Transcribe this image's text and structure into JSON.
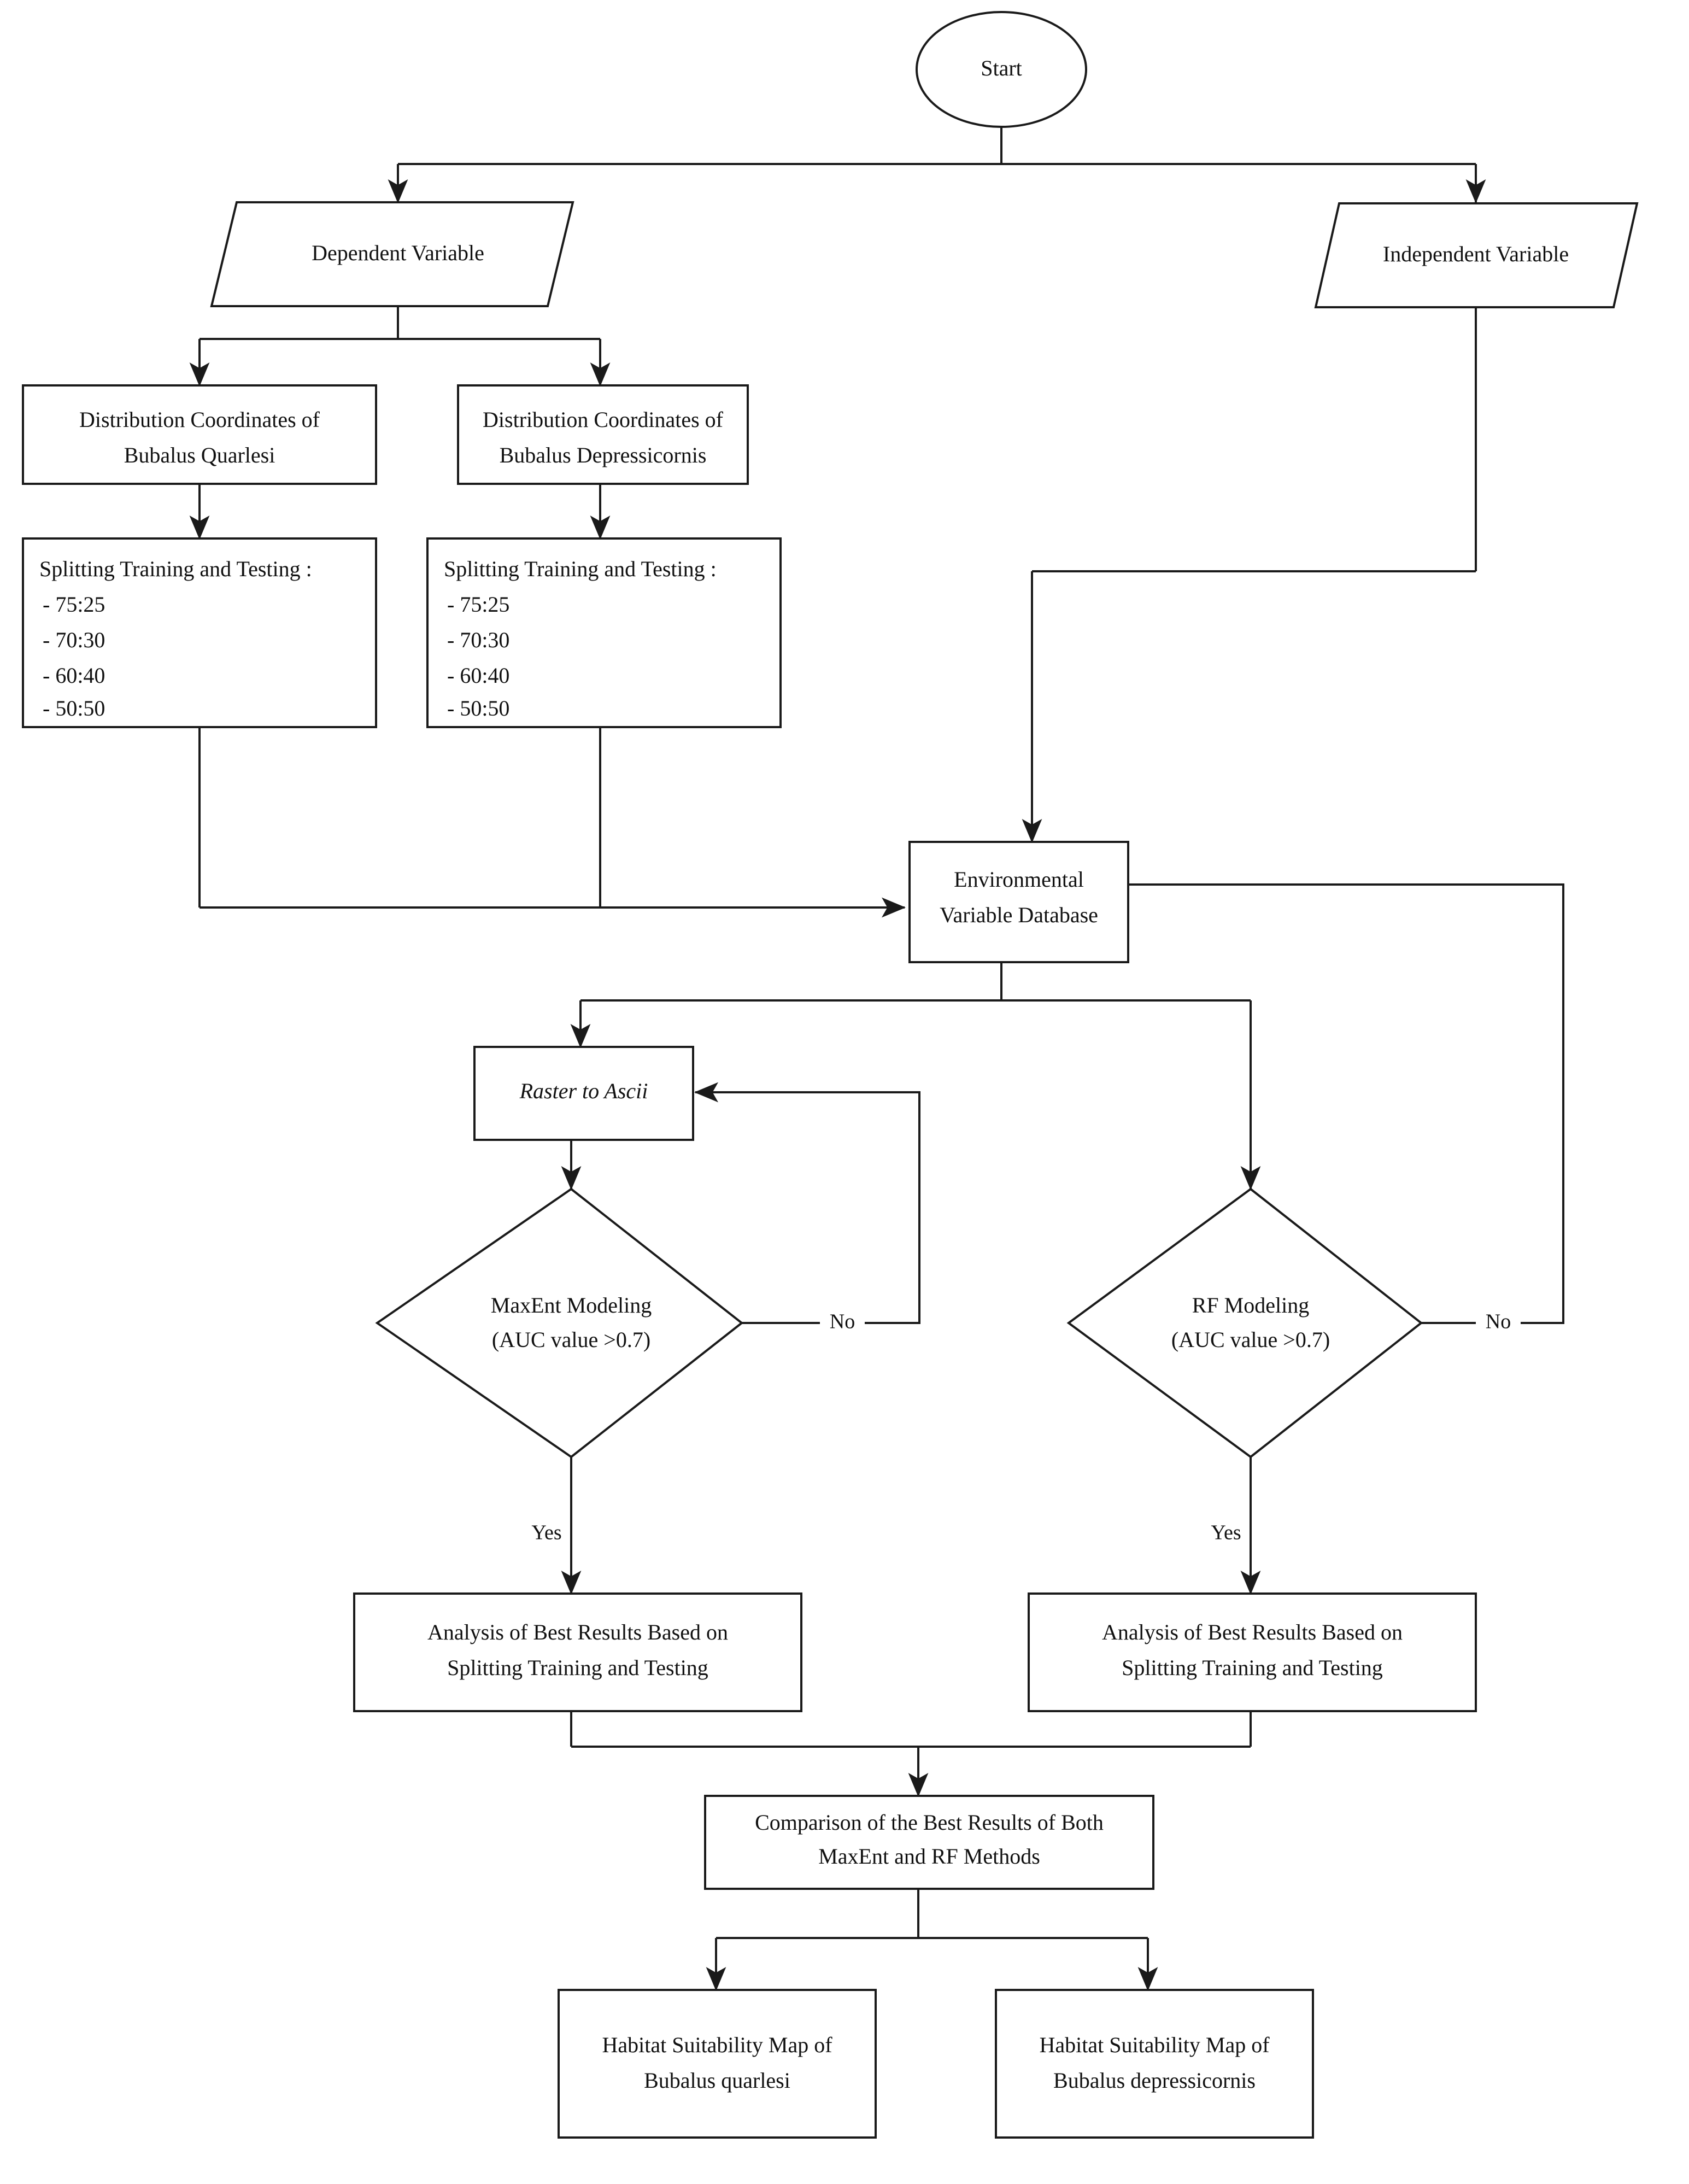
{
  "diagram": {
    "title": "Species Distribution Modeling Flowchart",
    "type": "flowchart",
    "background_color": "#ffffff",
    "line_color": "#1a1a1a",
    "text_color": "#111111"
  },
  "nodes": {
    "start": {
      "label": "Start",
      "shape": "ellipse"
    },
    "dependent_variable": {
      "label": "Dependent Variable",
      "shape": "parallelogram"
    },
    "independent_variable": {
      "label": "Independent Variable",
      "shape": "parallelogram"
    },
    "coords_quarlesi": {
      "line1": "Distribution Coordinates of",
      "line2": "Bubalus Quarlesi",
      "shape": "rectangle"
    },
    "coords_depressicornis": {
      "line1": "Distribution Coordinates of",
      "line2": "Bubalus Depressicornis",
      "shape": "rectangle"
    },
    "split_left": {
      "heading": "Splitting Training and Testing :",
      "ratios": [
        "- 75:25",
        "- 70:30",
        "- 60:40",
        "- 50:50"
      ],
      "shape": "rectangle"
    },
    "split_right": {
      "heading": "Splitting Training and Testing :",
      "ratios": [
        "- 75:25",
        "- 70:30",
        "- 60:40",
        "- 50:50"
      ],
      "shape": "rectangle"
    },
    "env_database": {
      "line1": "Environmental",
      "line2": "Variable Database",
      "shape": "rectangle"
    },
    "raster_to_ascii": {
      "label": "Raster to Ascii",
      "shape": "rectangle",
      "style": "italic"
    },
    "maxent_decision": {
      "line1": "MaxEnt Modeling",
      "line2": "(AUC value >0.7)",
      "shape": "diamond"
    },
    "rf_decision": {
      "line1": "RF Modeling",
      "line2": "(AUC value >0.7)",
      "shape": "diamond"
    },
    "analysis_left": {
      "line1": "Analysis of Best Results Based on",
      "line2": "Splitting Training and Testing",
      "shape": "rectangle"
    },
    "analysis_right": {
      "line1": "Analysis of Best Results Based on",
      "line2": "Splitting Training and Testing",
      "shape": "rectangle"
    },
    "comparison": {
      "line1": "Comparison of the Best Results of Both",
      "line2": "MaxEnt and RF Methods",
      "shape": "rectangle"
    },
    "map_quarlesi": {
      "line1": "Habitat Suitability Map of",
      "line2": "Bubalus quarlesi",
      "shape": "rectangle"
    },
    "map_depressicornis": {
      "line1": "Habitat Suitability Map of",
      "line2": "Bubalus depressicornis",
      "shape": "rectangle"
    }
  },
  "edge_labels": {
    "maxent_no": "No",
    "rf_no": "No",
    "maxent_yes": "Yes",
    "rf_yes": "Yes"
  }
}
